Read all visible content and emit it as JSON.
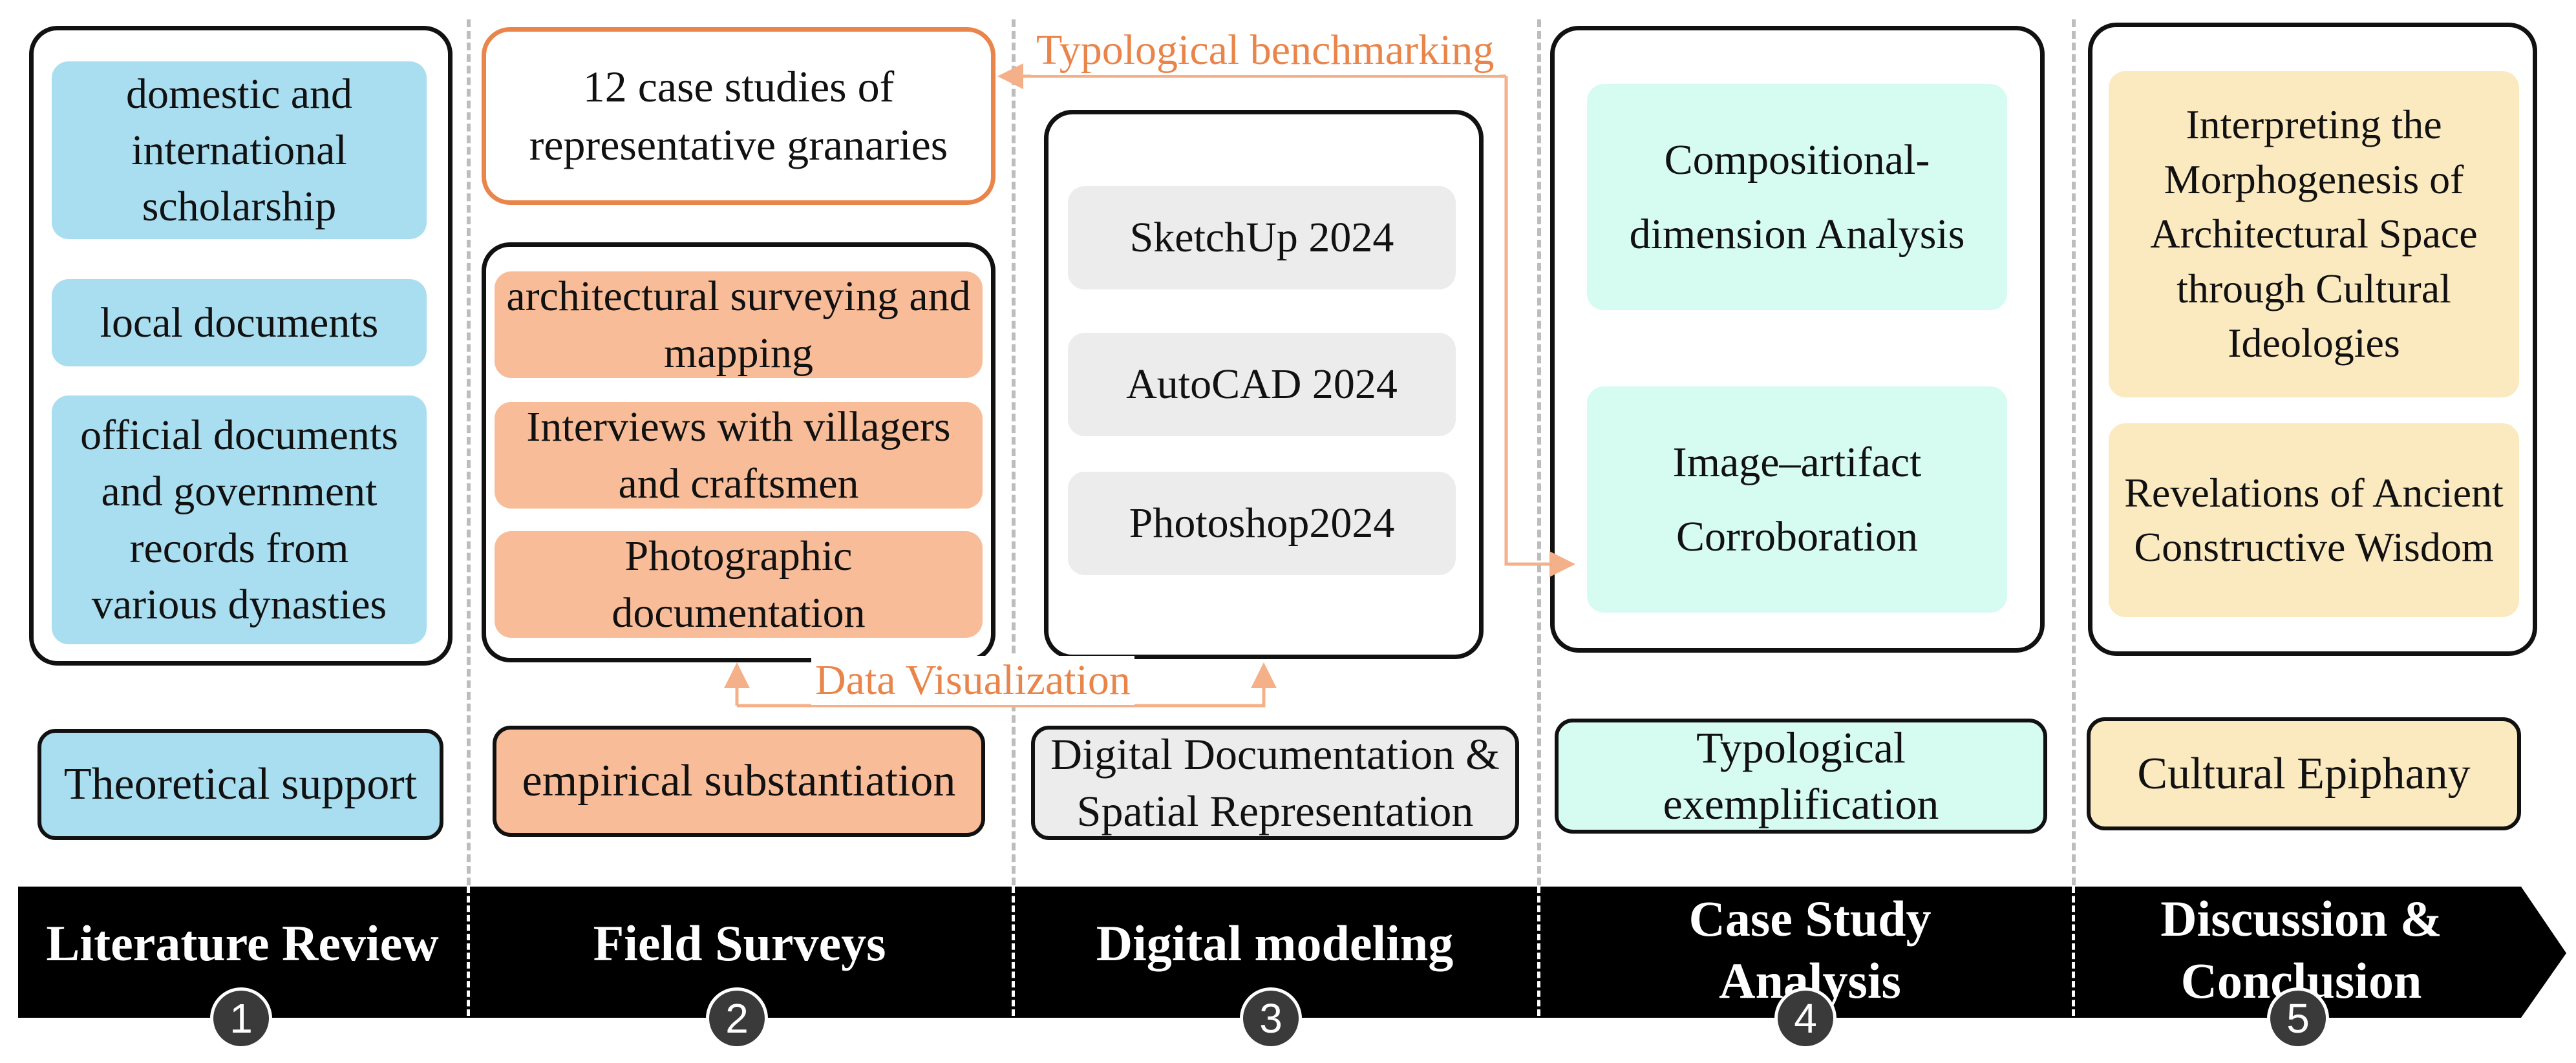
{
  "colors": {
    "blue": "#a9ddf0",
    "orange": "#f8bd98",
    "orange_line": "#e9854a",
    "grey": "#ececec",
    "mint": "#d6fbf1",
    "cream": "#fbe9c0",
    "timeline": "#000000"
  },
  "col1": {
    "items": [
      "domestic and international scholarship",
      "local documents",
      "official documents and government records from various dynasties"
    ],
    "label": "Theoretical support"
  },
  "col2": {
    "top_box": "12 case studies of representative granaries",
    "items": [
      "architectural surveying and mapping",
      "Interviews with villagers and craftsmen",
      "Photographic documentation"
    ],
    "label": "empirical substantiation"
  },
  "col3": {
    "items": [
      "SketchUp 2024",
      "AutoCAD 2024",
      "Photoshop2024"
    ],
    "label": "Digital Documentation & Spatial Representation"
  },
  "col4": {
    "items": [
      "Compositional-dimension Analysis",
      "Image–artifact Corroboration"
    ],
    "label": "Typological exemplification"
  },
  "col5": {
    "items": [
      "Interpreting the Morphogenesis of Architectural Space through Cultural Ideologies",
      "Revelations of Ancient Constructive Wisdom"
    ],
    "label": "Cultural Epiphany"
  },
  "annotations": {
    "typological": "Typological benchmarking",
    "data_vis": "Data Visualization"
  },
  "timeline": {
    "stages": [
      {
        "title": "Literature Review",
        "num": "1"
      },
      {
        "title": "Field Surveys",
        "num": "2"
      },
      {
        "title": "Digital modeling",
        "num": "3"
      },
      {
        "title": "Case Study Analysis",
        "num": "4"
      },
      {
        "title": "Discussion & Conclusion",
        "num": "5"
      }
    ]
  }
}
